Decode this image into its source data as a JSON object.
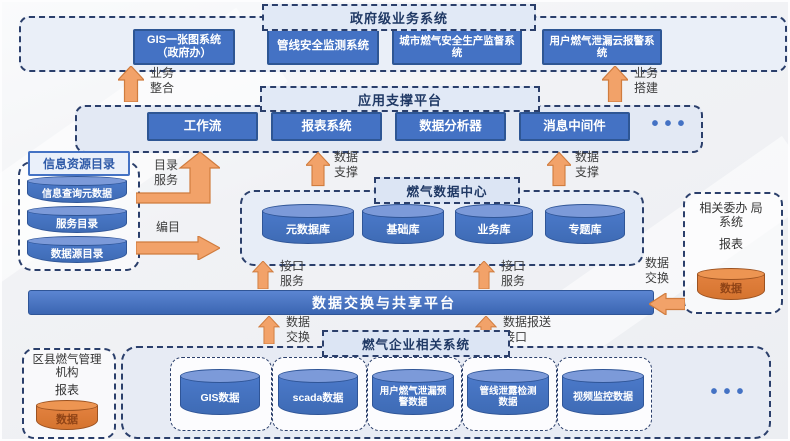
{
  "government": {
    "title": "政府级业务系统",
    "systems": [
      "GIS一张图系统（政府办）",
      "管线安全监测系统",
      "城市燃气安全生产监督系统",
      "用户燃气泄漏云报警系统"
    ]
  },
  "platform": {
    "title": "应用支撑平台",
    "modules": [
      "工作流",
      "报表系统",
      "数据分析器",
      "消息中间件"
    ],
    "more": "•••"
  },
  "catalog": {
    "title": "信息资源目录",
    "items": [
      "信息查询元数据",
      "服务目录",
      "数据源目录"
    ]
  },
  "datacenter": {
    "title": "燃气数据中心",
    "databases": [
      "元数据库",
      "基础库",
      "业务库",
      "专题库"
    ]
  },
  "exchange_bar": {
    "title": "数据交换与共享平台"
  },
  "committee": {
    "name_line1": "相关委办 局",
    "name_line2": "系统",
    "report": "报表",
    "data": "数据"
  },
  "enterprise": {
    "title": "燃气企业相关系统",
    "sources": [
      "GIS数据",
      "scada数据",
      "用户燃气泄漏预警数据",
      "管线泄露检测数据",
      "视频监控数据"
    ],
    "more": "•••"
  },
  "county": {
    "name_line1": "区县燃气管理",
    "name_line2": "机构",
    "report": "报表",
    "data": "数据"
  },
  "labels": {
    "biz_integration": [
      "业务",
      "整合"
    ],
    "biz_build": [
      "业务",
      "搭建"
    ],
    "catalog_service": [
      "目录",
      "服务"
    ],
    "cataloging": "编目",
    "data_support": [
      "数据",
      "支撑"
    ],
    "interface_service": [
      "接口",
      "服务"
    ],
    "data_exchange": [
      "数据",
      "交换"
    ],
    "data_report": [
      "数据报送",
      "接口"
    ]
  },
  "colors": {
    "box_blue": "#4472c4",
    "box_border": "#2e5694",
    "dash_navy": "#2b3f6b",
    "arrow_orange": "#f2a269",
    "orange_cylinder": "#d5742f",
    "light_panel": "#e3e9f4"
  }
}
